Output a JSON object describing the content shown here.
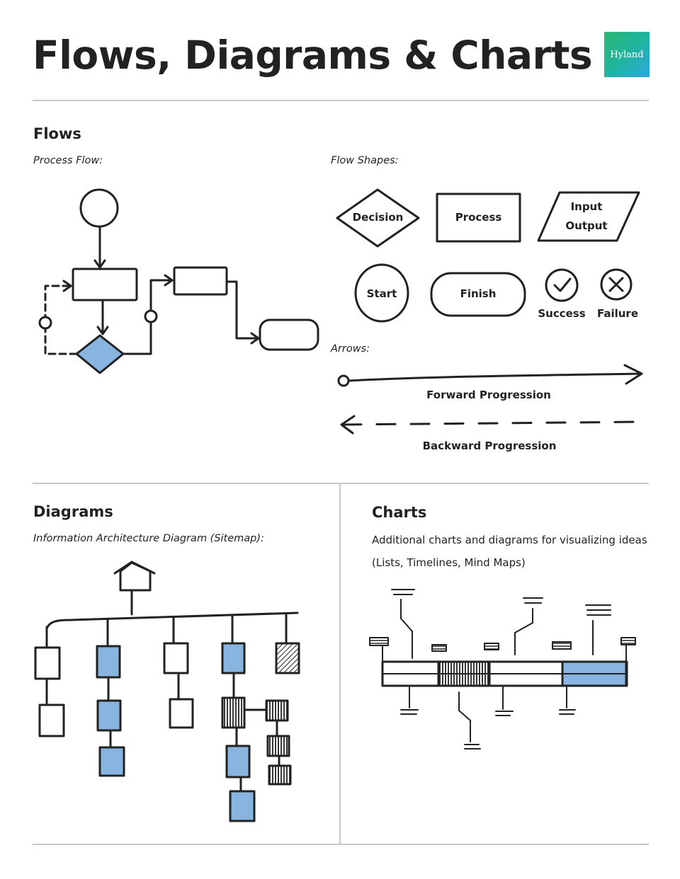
{
  "header": {
    "title": "Flows, Diagrams & Charts",
    "logo_text": "Hyland"
  },
  "flows": {
    "heading": "Flows",
    "process_flow_caption": "Process Flow:",
    "flow_shapes_caption": "Flow Shapes:",
    "shapes": {
      "decision": "Decision",
      "process": "Process",
      "input_output_line1": "Input",
      "input_output_line2": "Output",
      "start": "Start",
      "finish": "Finish",
      "success": "Success",
      "failure": "Failure"
    },
    "arrows_caption": "Arrows:",
    "forward_label": "Forward Progression",
    "backward_label": "Backward Progression"
  },
  "diagrams": {
    "heading": "Diagrams",
    "caption": "Information Architecture Diagram (Sitemap):"
  },
  "charts": {
    "heading": "Charts",
    "description_line1": "Additional charts and diagrams for visualizing ideas",
    "description_line2": "(Lists, Timelines, Mind Maps)"
  },
  "colors": {
    "accent_blue": "#88b4e0",
    "ink": "#222222",
    "rule": "#c8c8c8"
  }
}
